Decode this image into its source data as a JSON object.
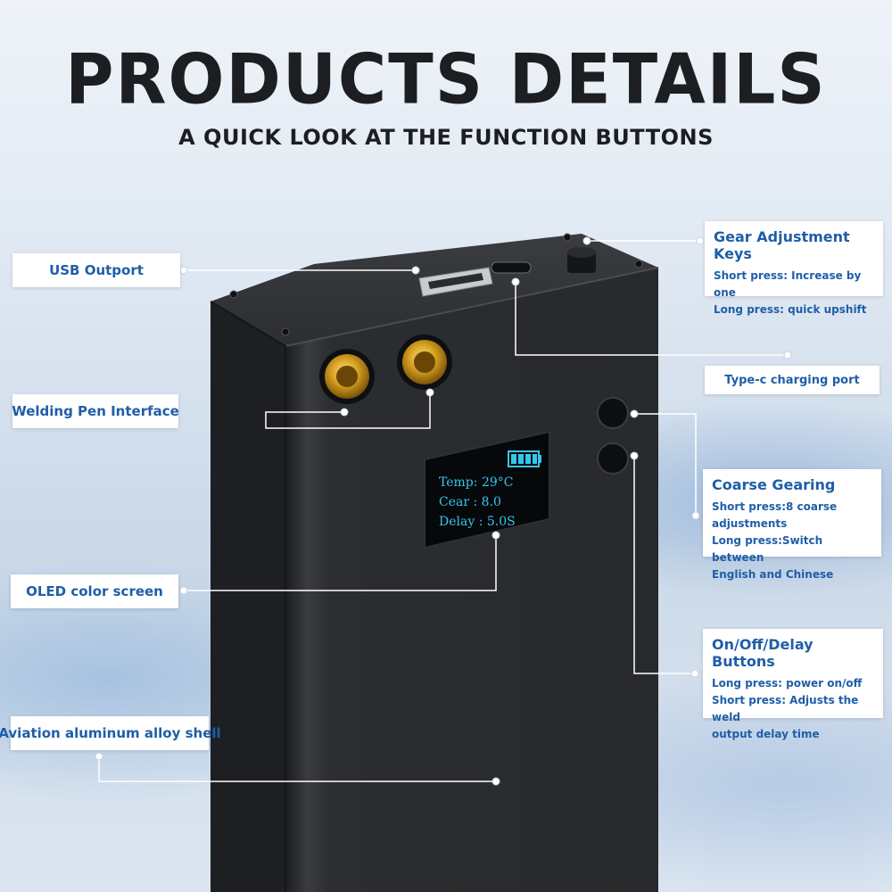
{
  "header": {
    "title": "PRODUCTS DETAILS",
    "subtitle": "A QUICK LOOK AT THE FUNCTION BUTTONS"
  },
  "screen": {
    "temp": "Temp: 29°C",
    "gear": "Cear : 8.0",
    "delay": "Delay : 5.0S"
  },
  "labels": {
    "usb": "USB Outport",
    "welding": "Welding Pen Interface",
    "oled": "OLED color screen",
    "shell": "Aviation aluminum alloy shell",
    "typec": "Type-c charging port"
  },
  "cards": {
    "gear_keys": {
      "title": "Gear Adjustment Keys",
      "lines": [
        "Short press: Increase by one",
        "Long press: quick upshift"
      ]
    },
    "coarse": {
      "title": "Coarse Gearing",
      "lines": [
        "Short press:8 coarse adjustments",
        "Long press:Switch between",
        "English and Chinese"
      ]
    },
    "onoff": {
      "title": "On/Off/Delay Buttons",
      "lines": [
        "Long press: power on/off",
        "Short press: Adjusts the weld",
        "output delay time"
      ]
    }
  },
  "colors": {
    "label_text": "#1f5ea8",
    "oled_text": "#35c6ee",
    "device_body": "#2a2c2f",
    "connector_gold": "#c8961e"
  }
}
